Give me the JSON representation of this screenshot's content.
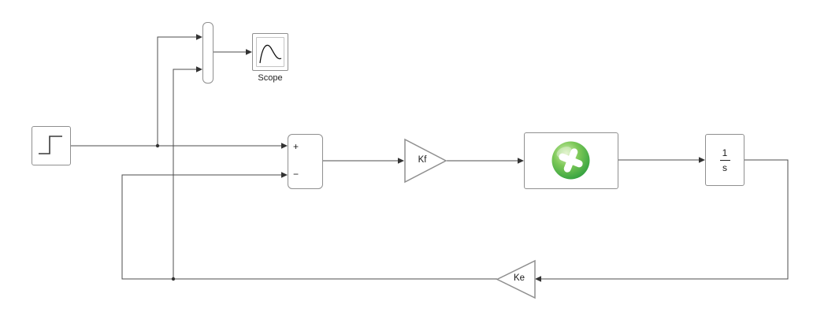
{
  "diagram": {
    "scope": {
      "label": "Scope"
    },
    "sum": {
      "plus": "+",
      "minus": "−"
    },
    "gain_kf": {
      "label": "Kf"
    },
    "gain_ke": {
      "label": "Ke"
    },
    "integrator": {
      "numerator": "1",
      "denominator": "s"
    },
    "icons": {
      "step": "step-signal-icon",
      "scope": "scope-curve-icon",
      "mux": "mux-bar",
      "superblock": "superblock-green-logo-icon"
    },
    "colors": {
      "wire": "#4c4c4c",
      "block_border": "#8f8f8f",
      "logo_green_light": "#a5d96c",
      "logo_green_dark": "#2e9e3e",
      "background": "#ffffff"
    }
  }
}
